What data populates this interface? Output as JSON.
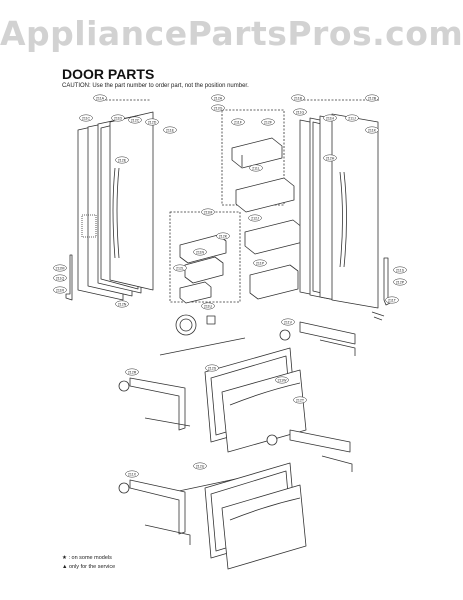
{
  "watermark": "AppliancePartsPros.com",
  "header": {
    "title": "DOOR PARTS",
    "caution": "CAUTION: Use the part number to order part, not the position number."
  },
  "legend": {
    "some_models": "★ : on some models",
    "service_only": "▲ only for the service"
  },
  "part_labels": [
    "211A",
    "212A",
    "211B",
    "212B",
    "211C",
    "211D",
    "212C",
    "212D",
    "211E",
    "212E",
    "211F",
    "212F",
    "212G",
    "211G",
    "211H",
    "211J",
    "211K",
    "212H",
    "211L",
    "212J",
    "211M",
    "212K",
    "211N",
    "212L",
    "211P",
    "212M",
    "211Q",
    "211R",
    "212N",
    "211S",
    "212P",
    "211T",
    "211U",
    "211V",
    "212R",
    "212S",
    "211W",
    "212T",
    "211X",
    "212U"
  ]
}
